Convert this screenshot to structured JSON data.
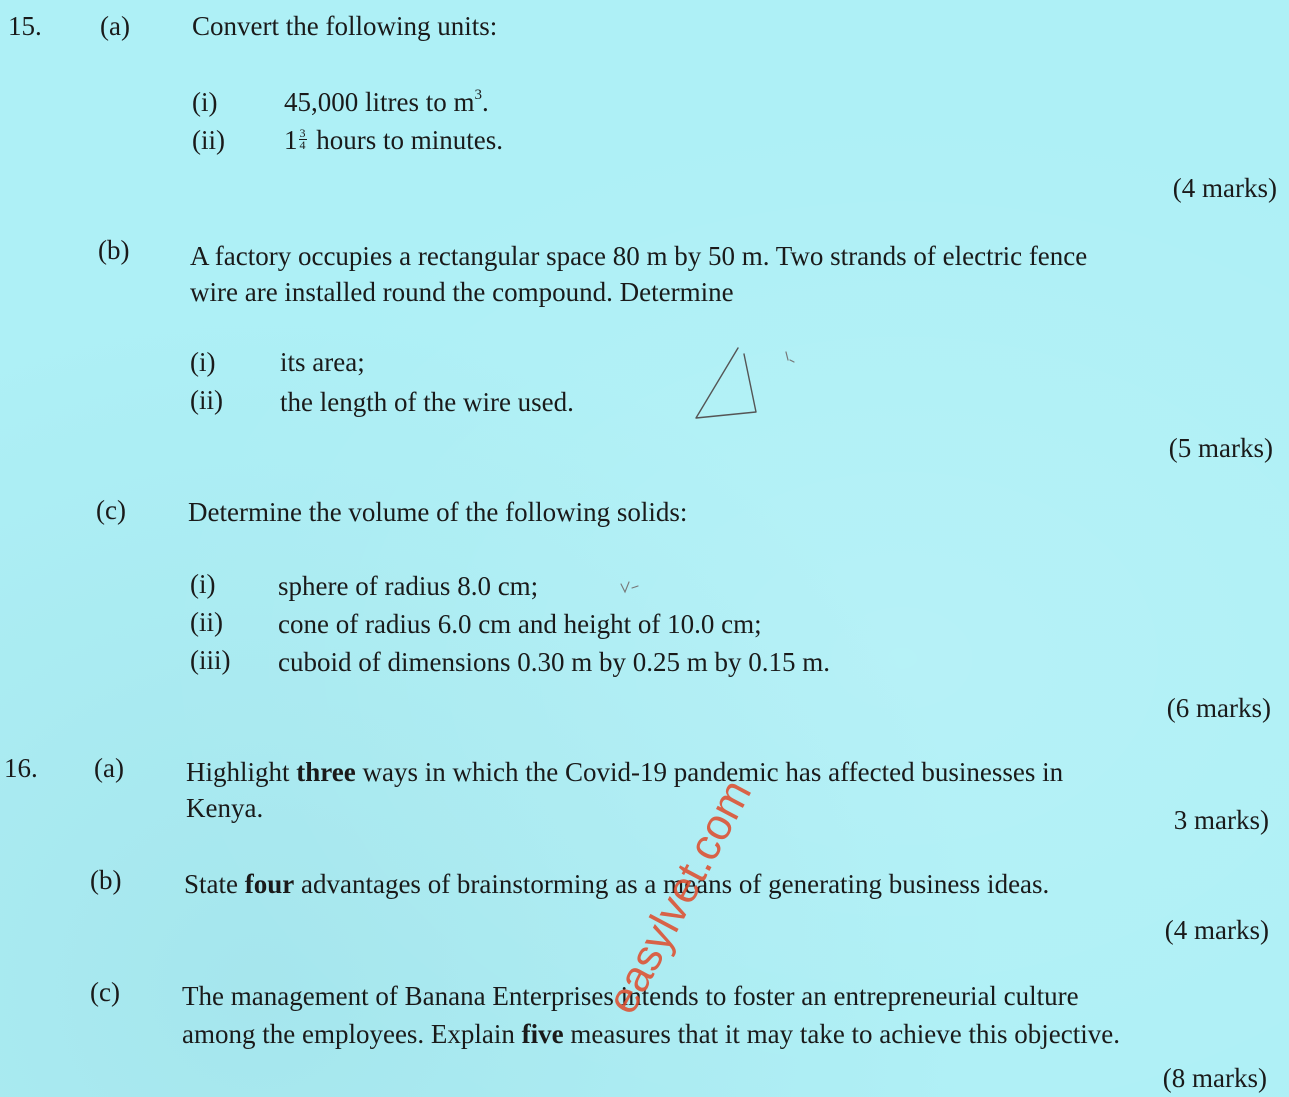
{
  "q15": {
    "number": "15.",
    "a": {
      "label": "(a)",
      "stem": "Convert the following units:",
      "i_label": "(i)",
      "i_text_pre": "45,000 litres to m",
      "i_sup": "3",
      "i_text_post": ".",
      "ii_label": "(ii)",
      "ii_whole": "1",
      "ii_num": "3",
      "ii_den": "4",
      "ii_text": " hours to minutes.",
      "marks": "(4 marks)"
    },
    "b": {
      "label": "(b)",
      "stem_line1": "A factory occupies a rectangular space 80 m by 50 m.  Two strands of electric fence",
      "stem_line2": "wire are installed round the compound.  Determine",
      "i_label": "(i)",
      "i_text": "its area;",
      "ii_label": "(ii)",
      "ii_text": "the length of the wire used.",
      "marks": "(5 marks)"
    },
    "c": {
      "label": "(c)",
      "stem": "Determine the volume of the following solids:",
      "i_label": "(i)",
      "i_text": "sphere of radius 8.0 cm;",
      "ii_label": "(ii)",
      "ii_text": "cone of radius 6.0 cm and height of 10.0 cm;",
      "iii_label": "(iii)",
      "iii_text": "cuboid of dimensions 0.30 m by 0.25 m by 0.15 m.",
      "marks": "(6 marks)"
    }
  },
  "q16": {
    "number": "16.",
    "a": {
      "label": "(a)",
      "stem_pre": "Highlight ",
      "stem_bold": "three",
      "stem_post": " ways in which the Covid-19 pandemic has affected businesses in",
      "stem_line2": "Kenya.",
      "marks": "3 marks)"
    },
    "b": {
      "label": "(b)",
      "stem_pre": "State ",
      "stem_bold": "four",
      "stem_post": " advantages of brainstorming as a means of generating business ideas.",
      "marks": "(4 marks)"
    },
    "c": {
      "label": "(c)",
      "stem_line1": "The management of Banana Enterprises intends to foster an entrepreneurial culture",
      "stem_line2_pre": "among the employees.  Explain ",
      "stem_line2_bold": "five",
      "stem_line2_post": " measures that it may take to achieve this objective.",
      "marks": "(8 marks)"
    }
  },
  "watermark": "easylvet.com",
  "colors": {
    "paper": "#aef0f6",
    "ink": "#1a1a1a",
    "watermark": "#e04a2a"
  }
}
